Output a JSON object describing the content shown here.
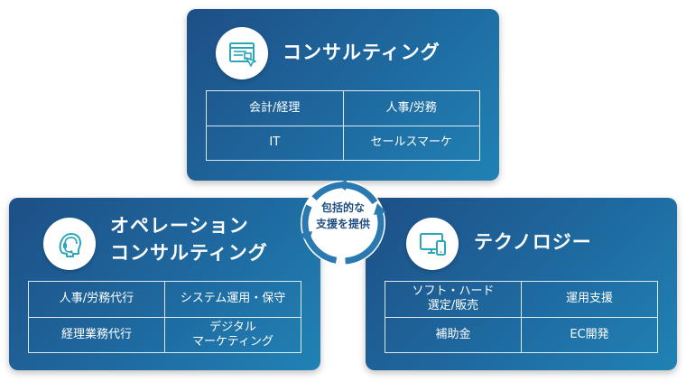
{
  "center": {
    "label": "包括的な\n支援を提供"
  },
  "consulting": {
    "title": "コンサルティング",
    "icon": "browser-window-icon",
    "items": [
      "会計/経理",
      "人事/労務",
      "IT",
      "セールスマーケ"
    ]
  },
  "operation": {
    "title_line1": "オペレーション",
    "title_line2": "コンサルティング",
    "icon": "headset-operator-icon",
    "items": [
      "人事/労務代行",
      "システム運用・保守",
      "経理業務代行",
      "デジタル\nマーケティング"
    ]
  },
  "technology": {
    "title": "テクノロジー",
    "icon": "devices-icon",
    "items": [
      "ソフト・ハード\n選定/販売",
      "運用支援",
      "補助金",
      "EC開発"
    ]
  },
  "colors": {
    "card_start": "#1d4f86",
    "card_end": "#2182b4",
    "icon_teal": "#2aa6b8",
    "hub_blue": "#2a79b0",
    "hub_text": "#1f4e82"
  }
}
